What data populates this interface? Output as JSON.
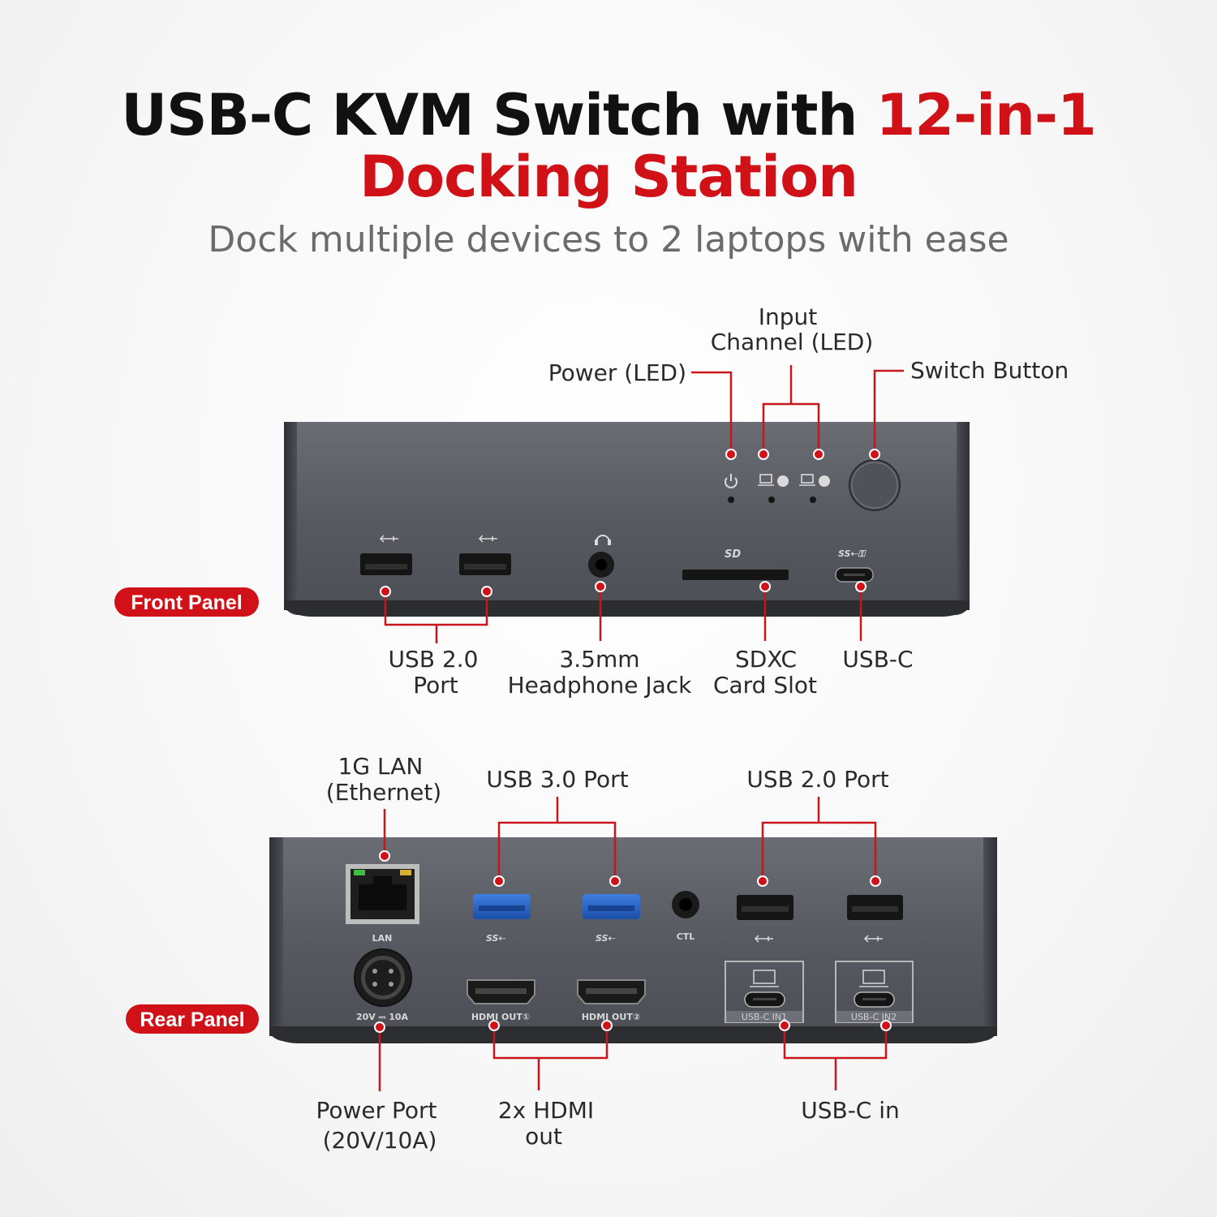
{
  "title": {
    "line1_black": "USB-C KVM Switch with",
    "line1_red": "12-in-1",
    "line2_red": "Docking Station"
  },
  "subtitle": "Dock multiple devices to 2 laptops with ease",
  "colors": {
    "accent": "#d01218",
    "device": "#55585f",
    "text": "#2a2a2a",
    "subtitle": "#6b6b6b"
  },
  "front_panel": {
    "badge": "Front Panel",
    "labels": {
      "input_channel_1": "Input",
      "input_channel_2": "Channel (LED)",
      "power_led": "Power (LED)",
      "switch_button": "Switch Button",
      "usb20_1": "USB 2.0",
      "usb20_2": "Port",
      "headphone_1": "3.5mm",
      "headphone_2": "Headphone Jack",
      "sdxc_1": "SDXC",
      "sdxc_2": "Card Slot",
      "usbc": "USB-C"
    }
  },
  "rear_panel": {
    "badge": "Rear Panel",
    "labels": {
      "lan_1": "1G LAN",
      "lan_2": "(Ethernet)",
      "usb30": "USB 3.0 Port",
      "usb20": "USB 2.0 Port",
      "power_1": "Power Port",
      "power_2": "(20V/10A)",
      "hdmi_1": "2x HDMI",
      "hdmi_2": "out",
      "usbc_in": "USB-C in"
    },
    "printed": {
      "lan": "LAN",
      "power": "20V ⎓ 10A",
      "hdmi1": "HDMI OUT①",
      "hdmi2": "HDMI OUT②",
      "ctl": "CTL",
      "usbc_in1": "USB-C IN1",
      "usbc_in2": "USB-C IN2"
    }
  }
}
